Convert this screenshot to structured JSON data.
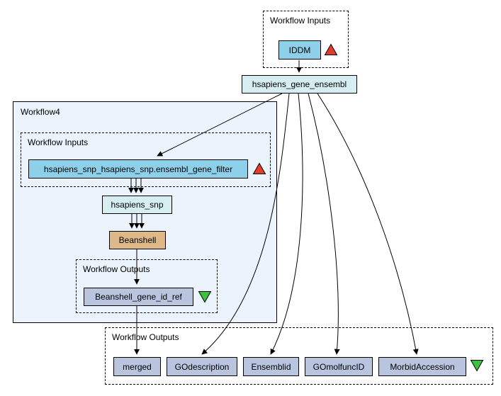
{
  "top_inputs": {
    "label": "Workflow Inputs",
    "iddm": "IDDM"
  },
  "nodes": {
    "gene_ensembl": "hsapiens_gene_ensembl",
    "snp_filter": "hsapiens_snp_hsapiens_snp.ensembl_gene_filter",
    "snp": "hsapiens_snp",
    "beanshell": "Beanshell",
    "beanshell_ref": "Beanshell_gene_id_ref"
  },
  "workflow4": {
    "label": "Workflow4",
    "inputs_label": "Workflow Inputs",
    "outputs_label": "Workflow Outputs"
  },
  "bottom_outputs": {
    "label": "Workflow Outputs",
    "nodes": [
      "merged",
      "GOdescription",
      "Ensemblid",
      "GOmolfuncID",
      "MorbidAccession"
    ]
  },
  "colors": {
    "input_node_fill": "#8ED0EA",
    "processor_fill": "#D6EEF2",
    "output_node_fill": "#B9C5DF",
    "beanshell_fill": "#DEB887",
    "workflow4_bg": "#EBF3FD",
    "input_port_triangle": "#E53B2C",
    "output_port_triangle": "#3CC23C",
    "edge_color": "#000000"
  }
}
